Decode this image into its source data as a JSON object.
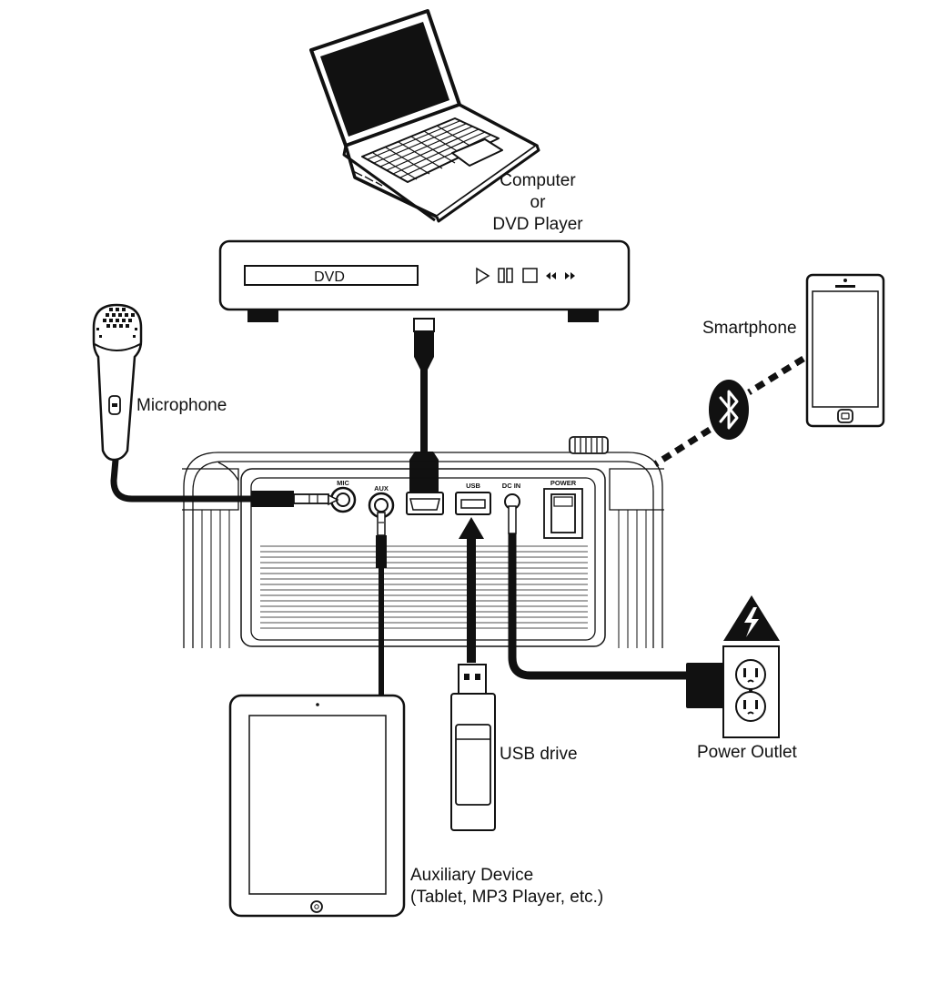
{
  "labels": {
    "computer": "Computer",
    "or": "or",
    "dvd_player": "DVD Player",
    "dvd_display": "DVD",
    "smartphone": "Smartphone",
    "microphone": "Microphone",
    "usb_drive": "USB drive",
    "power_outlet": "Power Outlet",
    "aux_device_line1": "Auxiliary Device",
    "aux_device_line2": "(Tablet, MP3 Player, etc.)"
  },
  "panel": {
    "mic": "MIC",
    "aux": "AUX",
    "usb": "USB",
    "dc_in": "DC IN",
    "power": "POWER"
  },
  "icons": [
    "laptop-icon",
    "dvd-player-icon",
    "smartphone-icon",
    "bluetooth-icon",
    "microphone-icon",
    "tablet-icon",
    "usb-drive-icon",
    "power-outlet-icon",
    "high-voltage-warning-icon"
  ],
  "colors": {
    "line": "#111111",
    "background": "#ffffff"
  }
}
